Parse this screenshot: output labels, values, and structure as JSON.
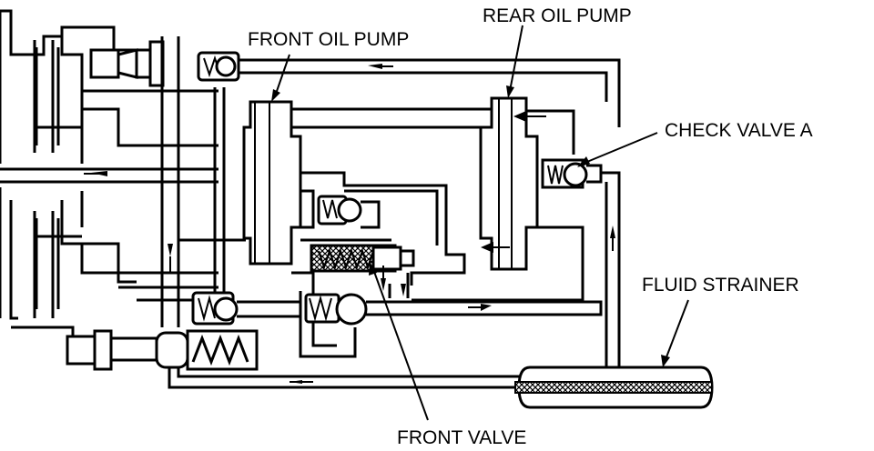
{
  "labels": {
    "front_oil_pump": "FRONT OIL PUMP",
    "rear_oil_pump": "REAR OIL PUMP",
    "check_valve_a": "CHECK VALVE A",
    "fluid_strainer": "FLUID STRAINER",
    "front_valve": "FRONT VALVE"
  },
  "colors": {
    "line": "#000000",
    "background": "#ffffff"
  }
}
